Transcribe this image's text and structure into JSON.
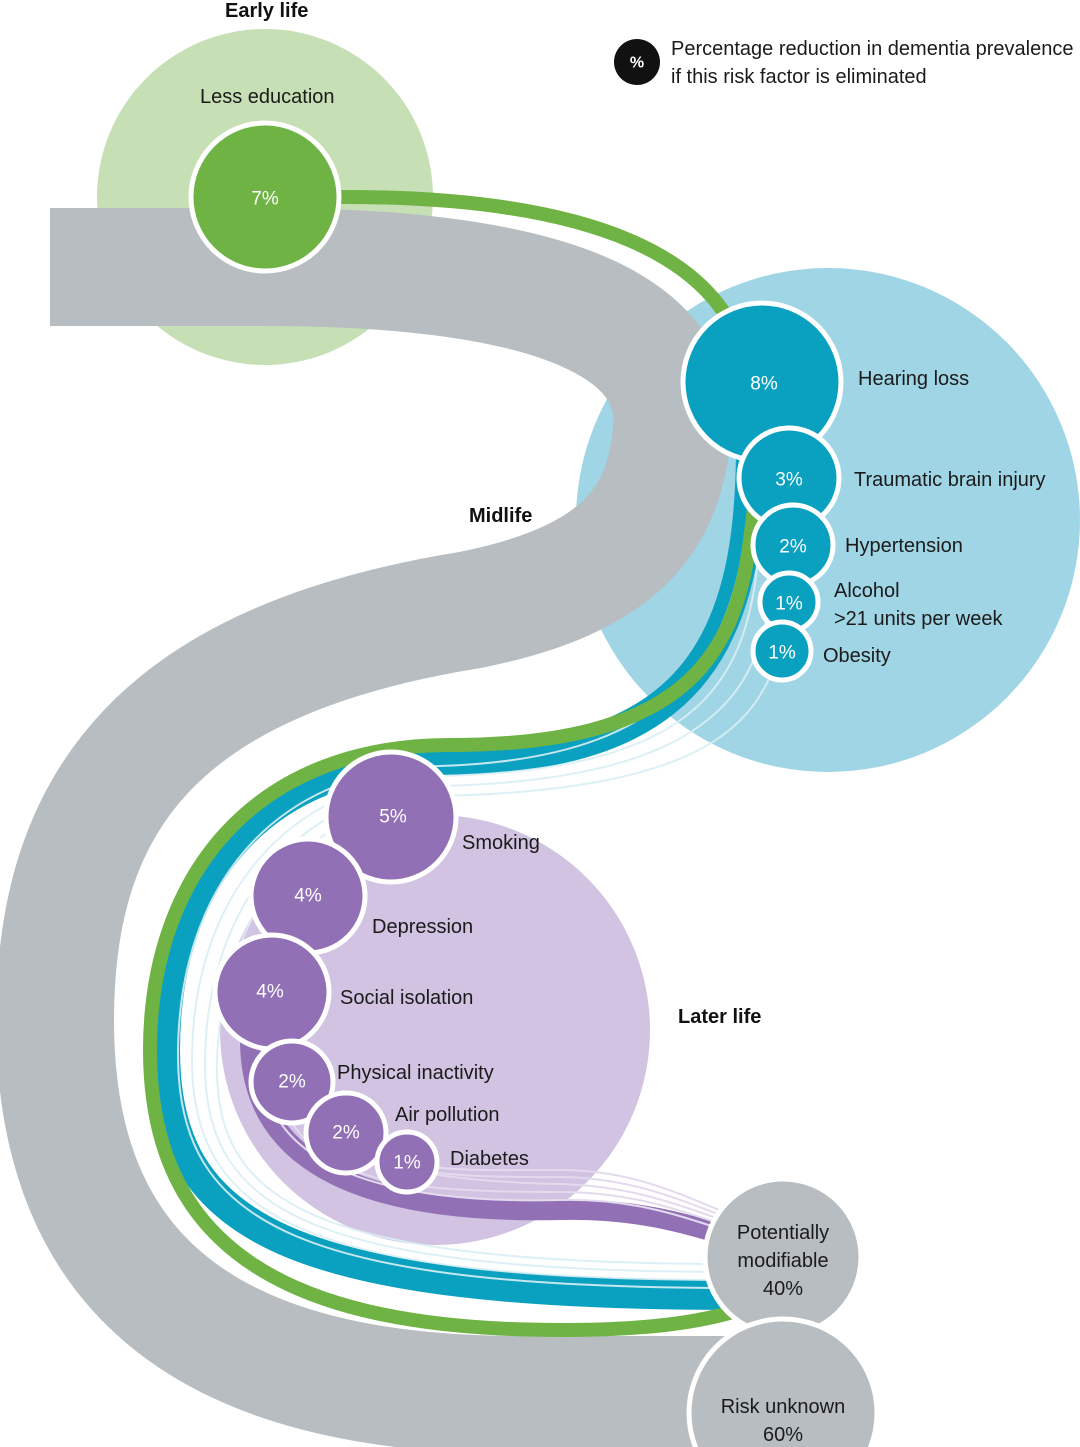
{
  "colors": {
    "early": "#6fb344",
    "early_bg": "#c7dfb5",
    "mid": "#0aa0c0",
    "mid_bg": "#a0d5e5",
    "late": "#9170b5",
    "late_bg": "#d1c3e1",
    "road": "#b7bdc1",
    "unknown": "#b7bdc1"
  },
  "legend": {
    "symbol": "%",
    "line1": "Percentage reduction in dementia prevalence",
    "line2": "if this risk factor is eliminated"
  },
  "stages": {
    "early": "Early life",
    "mid": "Midlife",
    "late": "Later life"
  },
  "risk_factors": [
    {
      "stage": "early",
      "label": "Less education",
      "pct": "7%",
      "value": 7
    },
    {
      "stage": "mid",
      "label": "Hearing loss",
      "pct": "8%",
      "value": 8
    },
    {
      "stage": "mid",
      "label": "Traumatic brain injury",
      "pct": "3%",
      "value": 3
    },
    {
      "stage": "mid",
      "label": "Hypertension",
      "pct": "2%",
      "value": 2
    },
    {
      "stage": "mid",
      "label": "Alcohol",
      "label2": ">21 units per week",
      "pct": "1%",
      "value": 1
    },
    {
      "stage": "mid",
      "label": "Obesity",
      "pct": "1%",
      "value": 1
    },
    {
      "stage": "late",
      "label": "Smoking",
      "pct": "5%",
      "value": 5
    },
    {
      "stage": "late",
      "label": "Depression",
      "pct": "4%",
      "value": 4
    },
    {
      "stage": "late",
      "label": "Social isolation",
      "pct": "4%",
      "value": 4
    },
    {
      "stage": "late",
      "label": "Physical inactivity",
      "pct": "2%",
      "value": 2
    },
    {
      "stage": "late",
      "label": "Air pollution",
      "pct": "2%",
      "value": 2
    },
    {
      "stage": "late",
      "label": "Diabetes",
      "pct": "1%",
      "value": 1
    }
  ],
  "totals": {
    "modifiable": {
      "line1": "Potentially",
      "line2": "modifiable",
      "pct": "40%",
      "value": 40
    },
    "unknown": {
      "line1": "Risk unknown",
      "pct": "60%",
      "value": 60
    }
  }
}
